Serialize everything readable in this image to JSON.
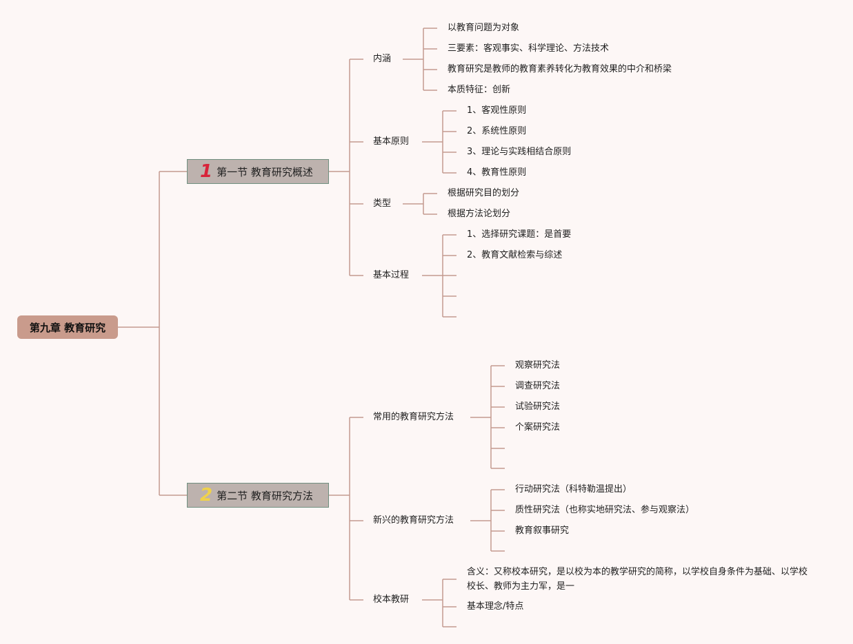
{
  "root": {
    "label": "第九章 教育研究"
  },
  "colors": {
    "line": "#c39a8f",
    "root_bg": "#c99b8c",
    "section_bg": "#bdb2ae",
    "num1": "#d8233a",
    "num2": "#f0d24a"
  },
  "sections": [
    {
      "num": "1",
      "label": "第一节 教育研究概述",
      "topics": [
        {
          "label": "内涵",
          "items": [
            "以教育问题为对象",
            "三要素：客观事实、科学理论、方法技术",
            "教育研究是教师的教育素养转化为教育效果的中介和桥梁",
            "本质特征：创新"
          ]
        },
        {
          "label": "基本原则",
          "items": [
            "1、客观性原则",
            "2、系统性原则",
            "3、理论与实践相结合原则",
            "4、教育性原则"
          ]
        },
        {
          "label": "类型",
          "items": [
            "根据研究目的划分",
            "根据方法论划分"
          ]
        },
        {
          "label": "基本过程",
          "items": [
            "1、选择研究课题：是首要",
            "2、教育文献检索与综述"
          ]
        }
      ]
    },
    {
      "num": "2",
      "label": "第二节 教育研究方法",
      "topics": [
        {
          "label": "常用的教育研究方法",
          "items": [
            "观察研究法",
            "调查研究法",
            "试验研究法",
            "个案研究法"
          ]
        },
        {
          "label": "新兴的教育研究方法",
          "items": [
            "行动研究法（科特勒温提出）",
            "质性研究法（也称实地研究法、参与观察法）",
            "教育叙事研究"
          ]
        },
        {
          "label": "校本教研",
          "items": [
            "含义：又称校本研究，是以校为本的教学研究的简称，以学校自身条件为基础、以学校校长、教师为主力军，是一",
            "基本理念/特点"
          ]
        }
      ]
    }
  ]
}
